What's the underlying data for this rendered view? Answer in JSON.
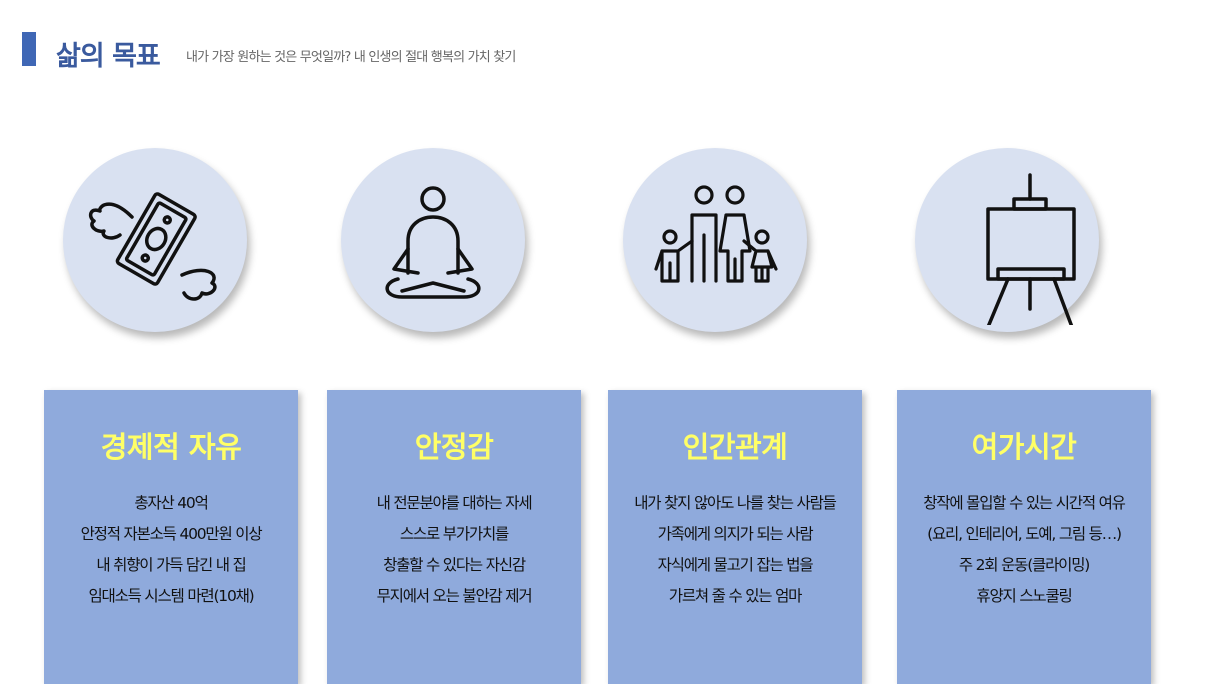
{
  "header": {
    "title": "삶의 목표",
    "subtitle": "내가 가장 원하는 것은 무엇일까? 내 인생의 절대 행복의 가치 찾기"
  },
  "colors": {
    "accent": "#3f67b5",
    "card_bg": "#8faadc",
    "card_title": "#ffff66",
    "circle_bg": "#d9e1f1"
  },
  "goals": [
    {
      "icon": "flying-money-icon",
      "title": "경제적 자유",
      "lines": [
        "총자산 40억",
        "안정적 자본소득 400만원 이상",
        "내 취향이 가득 담긴 내 집",
        "임대소득 시스템 마련(10채)"
      ]
    },
    {
      "icon": "meditation-icon",
      "title": "안정감",
      "lines": [
        "내 전문분야를 대하는 자세",
        "스스로 부가가치를",
        "창출할 수 있다는 자신감",
        "무지에서 오는 불안감 제거"
      ]
    },
    {
      "icon": "family-icon",
      "title": "인간관계",
      "lines": [
        "내가 찾지 않아도 나를 찾는 사람들",
        "가족에게 의지가 되는 사람",
        "자식에게 물고기 잡는 법을",
        "가르쳐 줄 수 있는 엄마"
      ]
    },
    {
      "icon": "easel-icon",
      "title": "여가시간",
      "lines": [
        "창작에 몰입할 수 있는 시간적 여유",
        "(요리, 인테리어, 도예, 그림 등…)",
        "주 2회 운동(클라이밍)",
        "휴양지 스노쿨링"
      ]
    }
  ]
}
